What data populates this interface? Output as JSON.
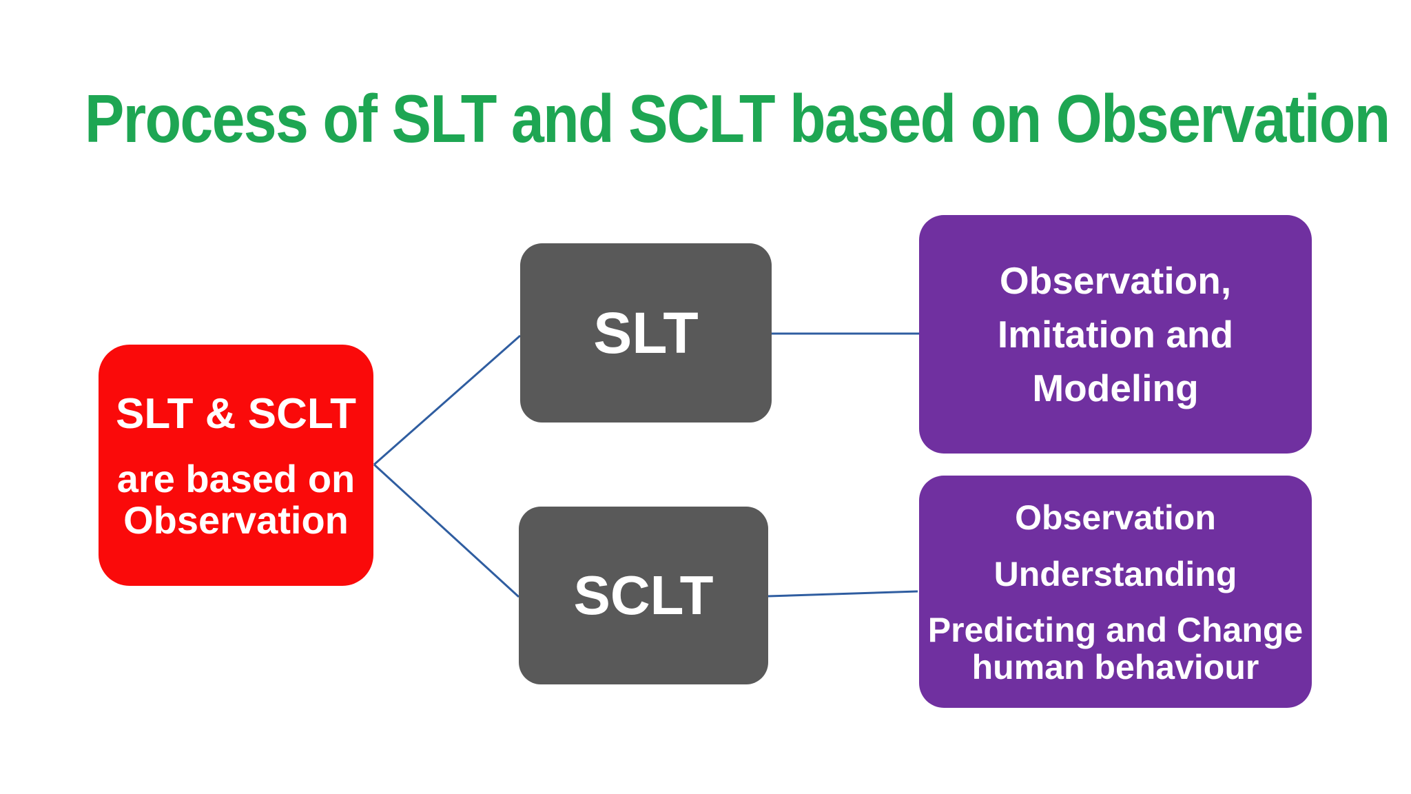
{
  "title": {
    "text": "Process of SLT and SCLT based on Observation",
    "color": "#1ea653"
  },
  "diagram": {
    "root_box": {
      "line1": "SLT & SCLT",
      "line2": "are based on",
      "line3": "Observation",
      "bg": "#fa0a0a"
    },
    "slt_box": {
      "label": "SLT",
      "bg": "#595959"
    },
    "sclt_box": {
      "label": "SCLT",
      "bg": "#595959"
    },
    "slt_outcome_box": {
      "lines": [
        "Observation,",
        "Imitation and",
        "Modeling"
      ],
      "bg": "#7030a0"
    },
    "sclt_outcome_box": {
      "line1": "Observation",
      "line2": "Understanding",
      "line3": "Predicting and Change",
      "line4": "human behaviour",
      "bg": "#7030a0"
    },
    "connector_color": "#2f5da0"
  }
}
